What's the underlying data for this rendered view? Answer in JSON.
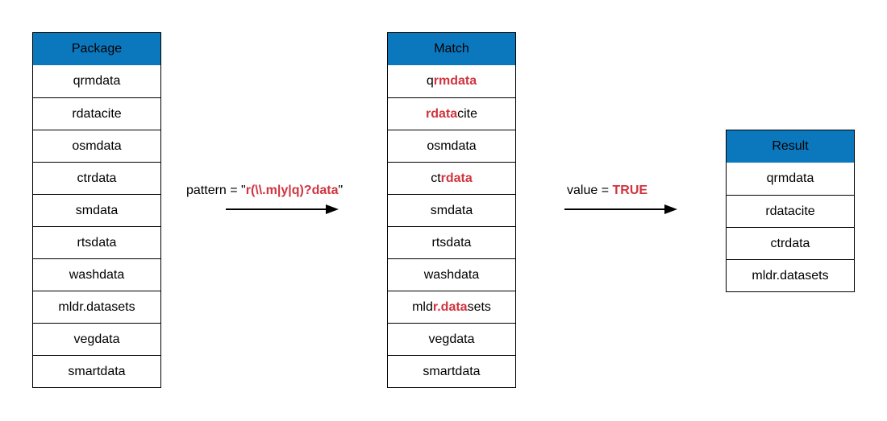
{
  "colors": {
    "header_bg": "#0b78be",
    "highlight": "#d1343f",
    "line": "#000000"
  },
  "package_table": {
    "header": "Package",
    "rows": [
      "qrmdata",
      "rdatacite",
      "osmdata",
      "ctrdata",
      "smdata",
      "rtsdata",
      "washdata",
      "mldr.datasets",
      "vegdata",
      "smartdata"
    ]
  },
  "match_table": {
    "header": "Match",
    "rows": [
      {
        "pre": "q",
        "match": "rmdata",
        "post": ""
      },
      {
        "pre": "",
        "match": "rdata",
        "post": "cite"
      },
      {
        "pre": "osmdata",
        "match": "",
        "post": ""
      },
      {
        "pre": "ct",
        "match": "rdata",
        "post": ""
      },
      {
        "pre": "smdata",
        "match": "",
        "post": ""
      },
      {
        "pre": "rtsdata",
        "match": "",
        "post": ""
      },
      {
        "pre": "washdata",
        "match": "",
        "post": ""
      },
      {
        "pre": "mld",
        "match": "r.data",
        "post": "sets"
      },
      {
        "pre": "vegdata",
        "match": "",
        "post": ""
      },
      {
        "pre": "smartdata",
        "match": "",
        "post": ""
      }
    ]
  },
  "result_table": {
    "header": "Result",
    "rows": [
      "qrmdata",
      "rdatacite",
      "ctrdata",
      "mldr.datasets"
    ]
  },
  "pattern_label": {
    "prefix": "pattern = \"",
    "value": "r(\\\\.m|y|q)?data",
    "suffix": "\""
  },
  "value_label": {
    "prefix": "value = ",
    "value": "TRUE"
  }
}
